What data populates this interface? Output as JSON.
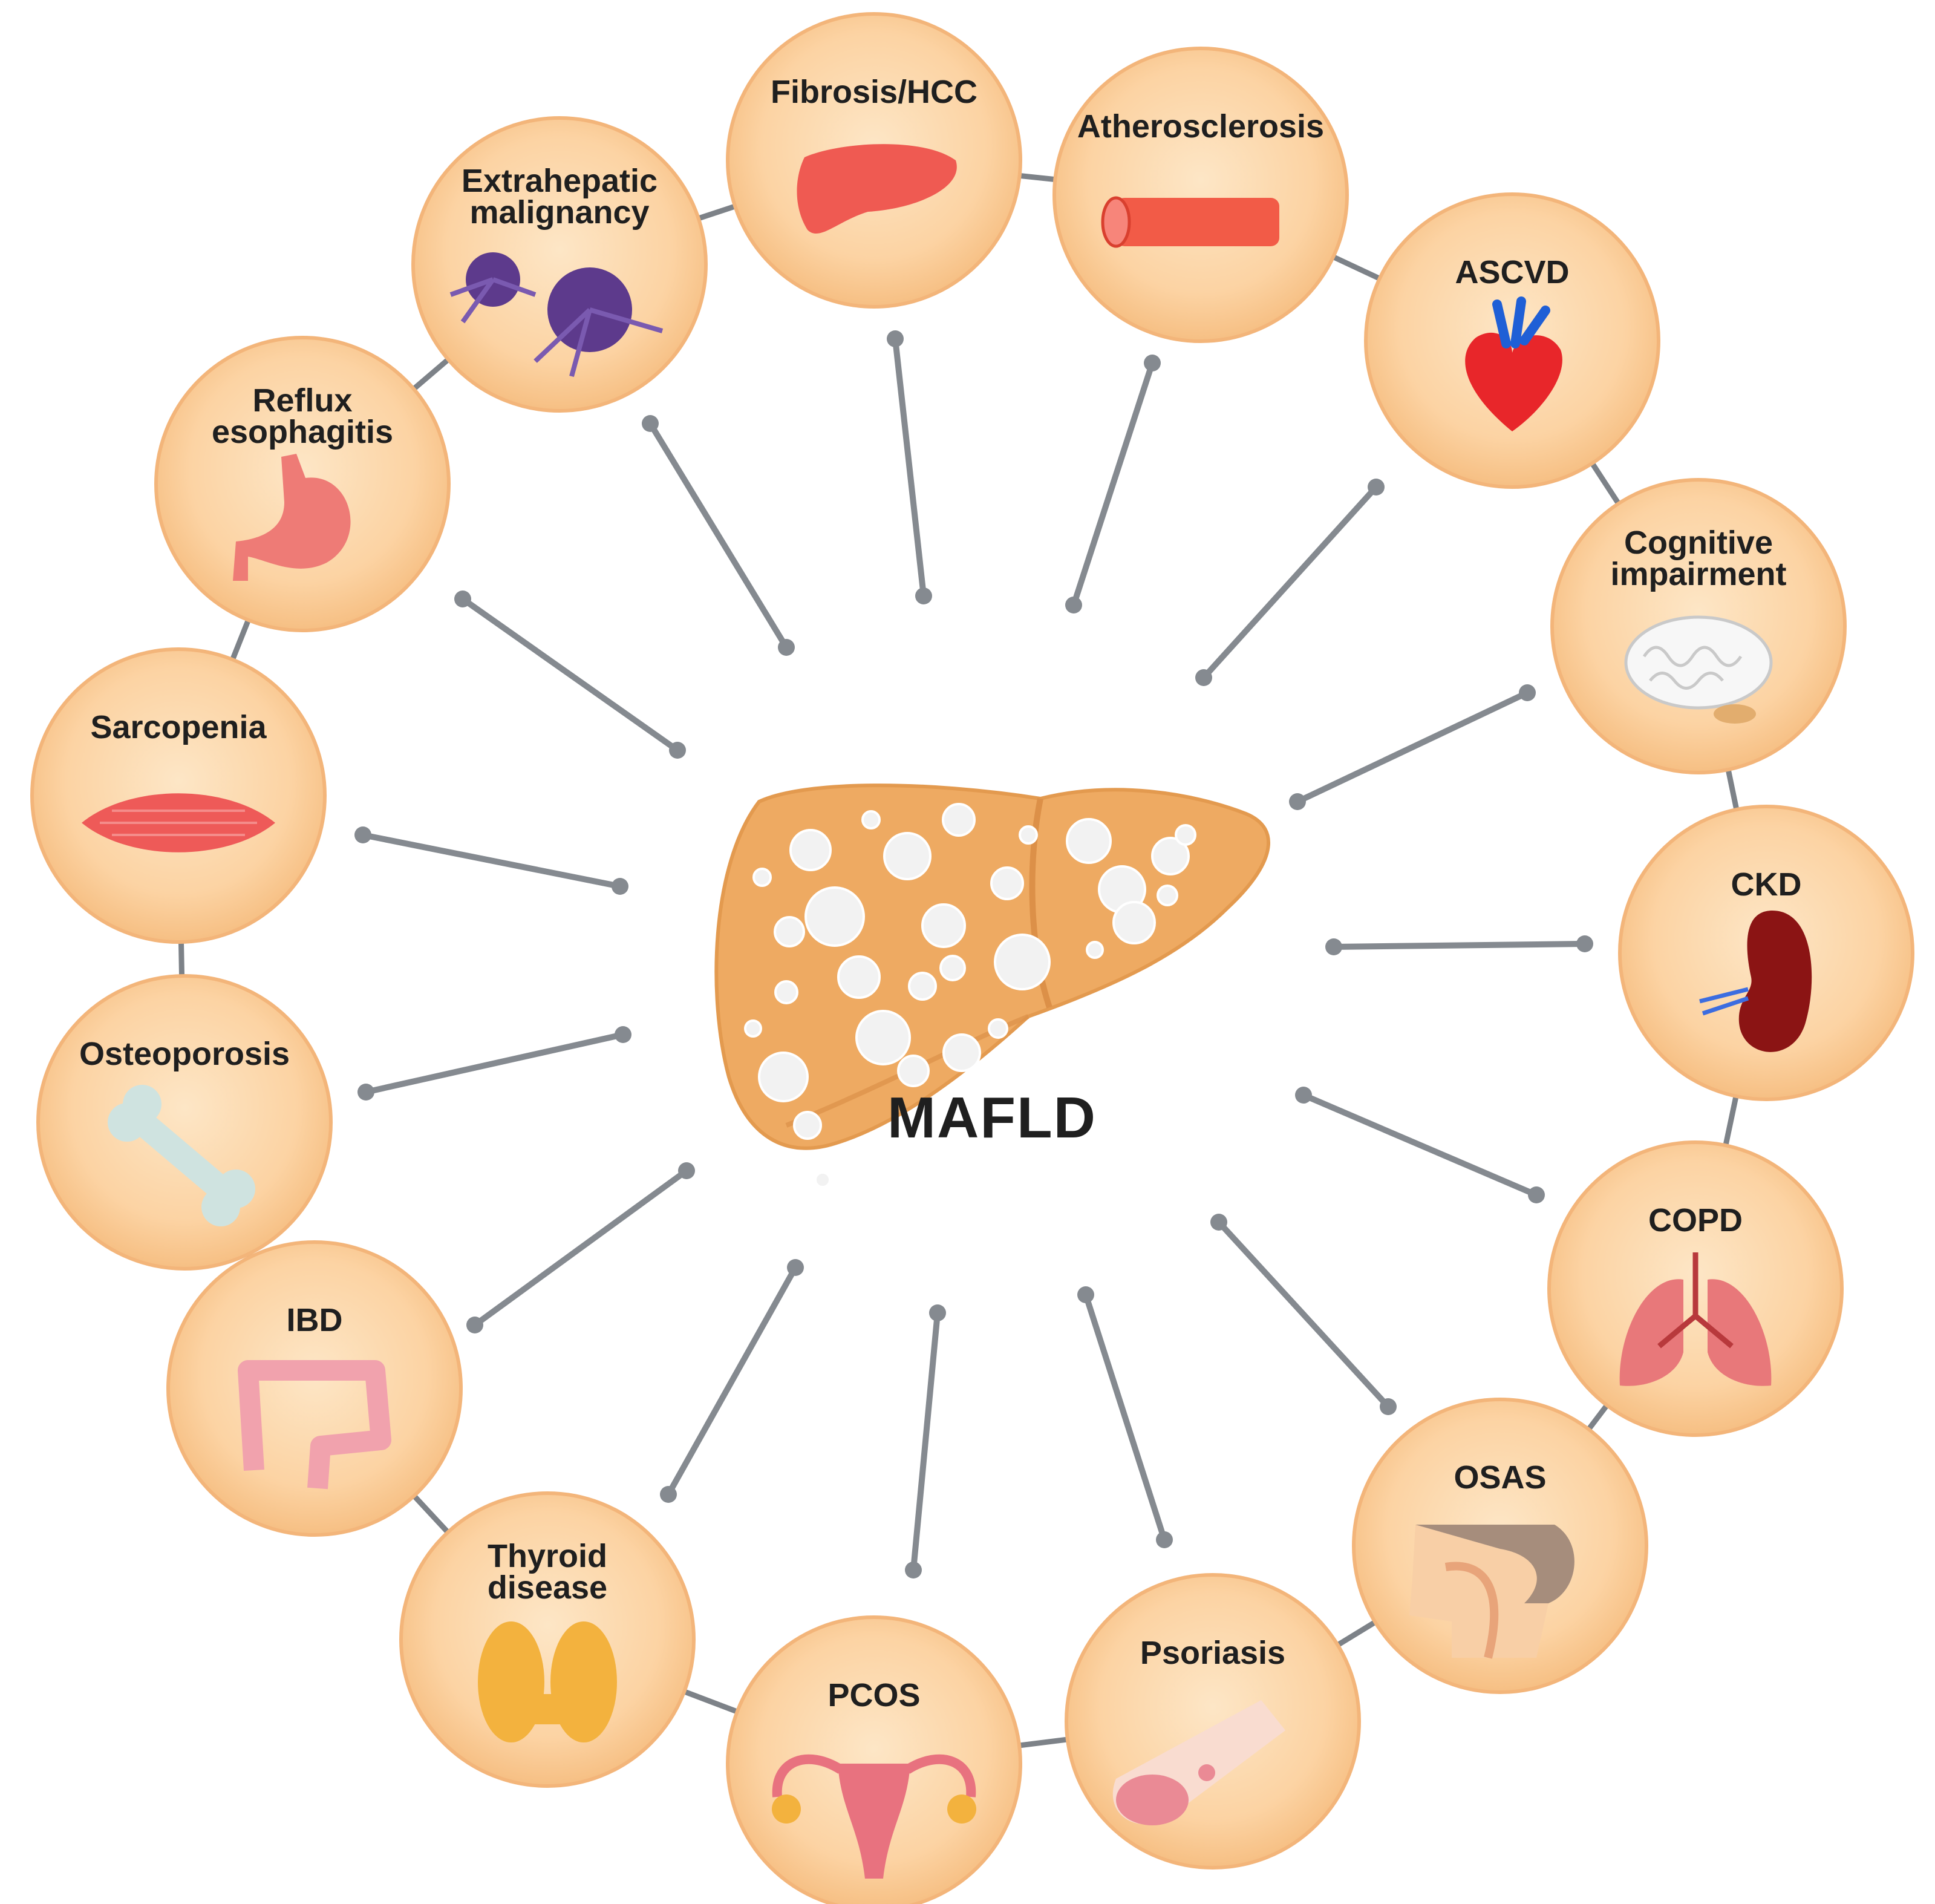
{
  "center": {
    "label": "MAFLD"
  },
  "colors": {
    "node_fill": "#fcd3a3",
    "node_edge": "#f3b57a",
    "ring_line": "#7d8288",
    "connector": "#858a90",
    "liver": "#eeaa62",
    "fat_droplet": "#f2f2f2"
  },
  "nodes": [
    {
      "id": "fibrosis-hcc",
      "label_lines": [
        "Fibrosis/HCC"
      ],
      "icon": "liver-icon"
    },
    {
      "id": "atherosclerosis",
      "label_lines": [
        "Atherosclerosis"
      ],
      "icon": "artery-icon"
    },
    {
      "id": "ascvd",
      "label_lines": [
        "ASCVD"
      ],
      "icon": "heart-icon"
    },
    {
      "id": "cognitive-impairment",
      "label_lines": [
        "Cognitive",
        "impairment"
      ],
      "icon": "brain-icon"
    },
    {
      "id": "ckd",
      "label_lines": [
        "CKD"
      ],
      "icon": "kidney-icon"
    },
    {
      "id": "copd",
      "label_lines": [
        "COPD"
      ],
      "icon": "lungs-icon"
    },
    {
      "id": "osas",
      "label_lines": [
        "OSAS"
      ],
      "icon": "head-airway-icon"
    },
    {
      "id": "psoriasis",
      "label_lines": [
        "Psoriasis"
      ],
      "icon": "skin-arm-icon"
    },
    {
      "id": "pcos",
      "label_lines": [
        "PCOS"
      ],
      "icon": "uterus-icon"
    },
    {
      "id": "thyroid-disease",
      "label_lines": [
        "Thyroid",
        "disease"
      ],
      "icon": "thyroid-icon"
    },
    {
      "id": "ibd",
      "label_lines": [
        "IBD"
      ],
      "icon": "colon-icon"
    },
    {
      "id": "osteoporosis",
      "label_lines": [
        "Osteoporosis"
      ],
      "icon": "bone-icon"
    },
    {
      "id": "sarcopenia",
      "label_lines": [
        "Sarcopenia"
      ],
      "icon": "muscle-icon"
    },
    {
      "id": "reflux-esophagitis",
      "label_lines": [
        "Reflux",
        "esophagitis"
      ],
      "icon": "stomach-icon"
    },
    {
      "id": "extrahepatic-malignancy",
      "label_lines": [
        "Extrahepatic",
        "malignancy"
      ],
      "icon": "cancer-cell-icon"
    }
  ]
}
